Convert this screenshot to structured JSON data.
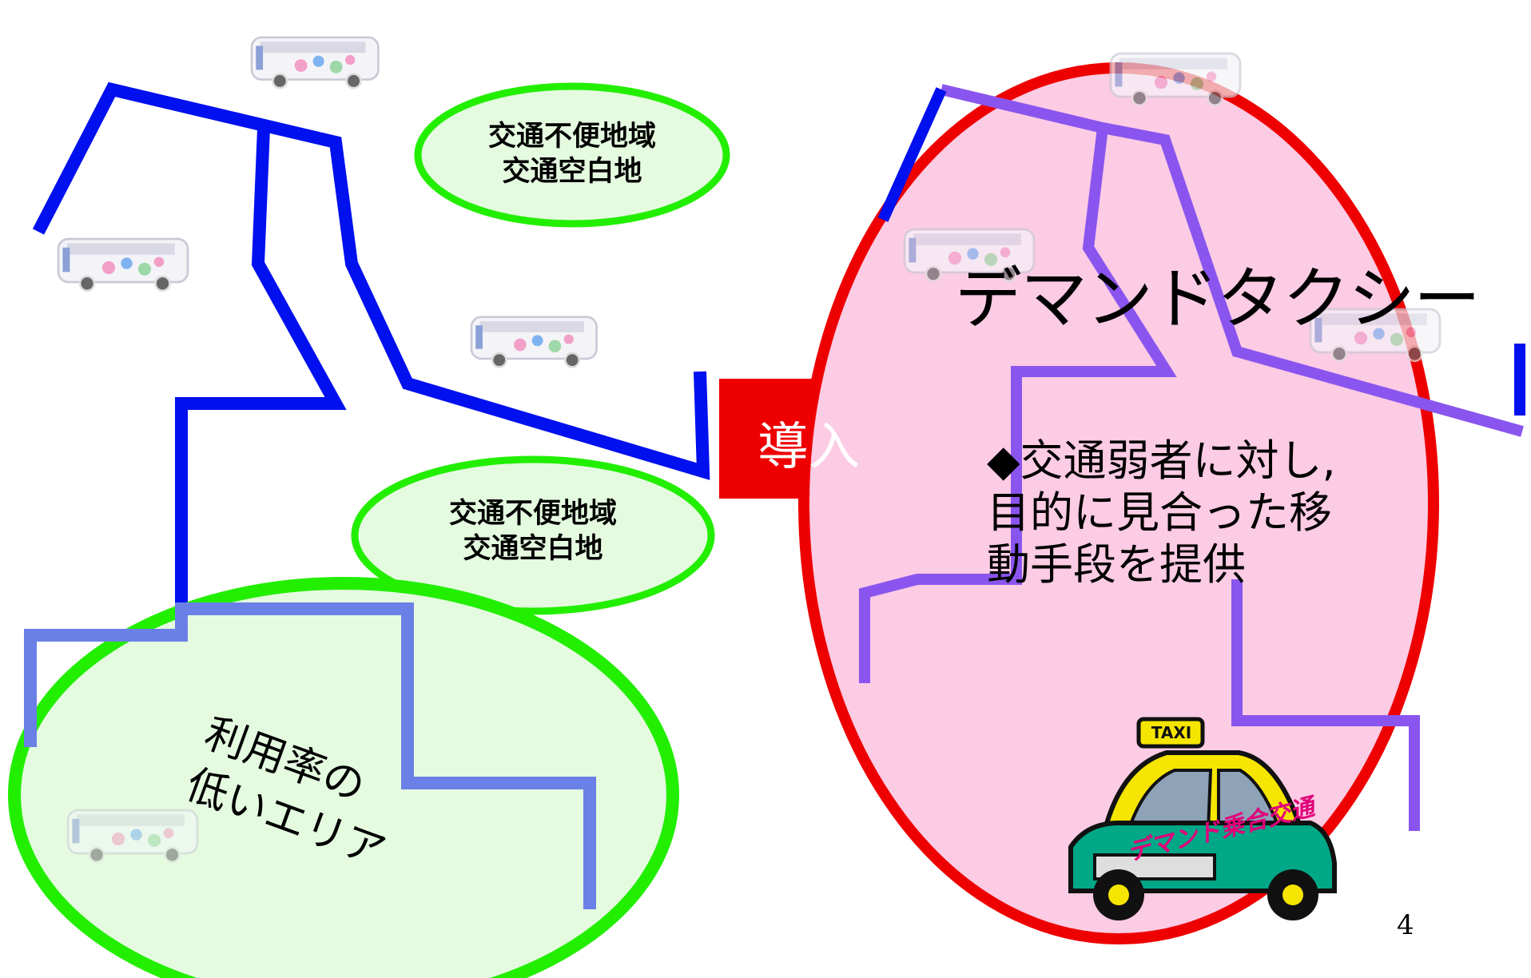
{
  "colors": {
    "route_blue": "#0010ee",
    "route_purple": "#8a55ee",
    "route_light_blue": "#6a80e6",
    "green_outline": "#22ee00",
    "green_fill": "#e4fbe0",
    "red_outline": "#ee0000",
    "pink_fill": "#fccbe4",
    "arrow_red": "#ee0000"
  },
  "icons": {
    "bus": "bus-icon",
    "taxi": "taxi-icon",
    "intro_arrow": "arrow-right-icon"
  },
  "left_area": {
    "bubble_top": "交通不便地域\n交通空白地",
    "bubble_middle": "交通不便地域\n交通空白地",
    "low_usage_area": "利用率の\n低いエリア"
  },
  "intro_label": "導入",
  "right_area": {
    "title": "デマンドタクシー",
    "description": "◆交通弱者に対し,\n目的に見合った移\n動手段を提供",
    "taxi_roof_sign": "TAXI",
    "taxi_door_text": "デマンド乗合交通"
  },
  "page_number": "4"
}
